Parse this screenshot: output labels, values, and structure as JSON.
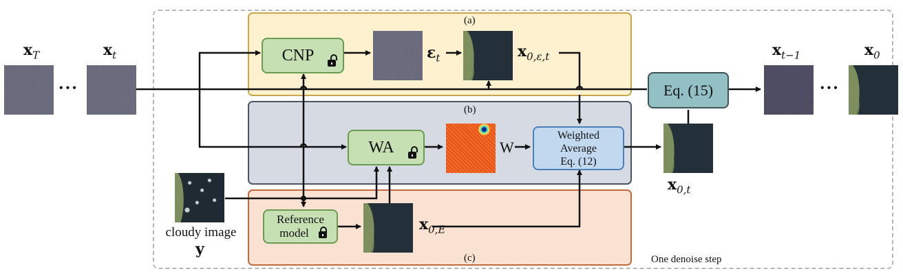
{
  "figure": {
    "frame_label": "One denoise step",
    "panels": {
      "a": "(a)",
      "b": "(b)",
      "c": "(c)"
    },
    "inputs": {
      "x_T": {
        "symbol": "x",
        "sub": "T"
      },
      "x_t": {
        "symbol": "x",
        "sub": "t"
      },
      "ellipsis": "• • •",
      "cloudy_caption": "cloudy image",
      "cloudy_symbol": "y"
    },
    "blocks": {
      "cnp": {
        "label": "CNP",
        "lock": "unlocked"
      },
      "wa": {
        "label": "WA",
        "lock": "unlocked"
      },
      "reference": {
        "line1": "Reference",
        "line2": "model",
        "lock": "locked"
      },
      "weighted_average": {
        "line1": "Weighted",
        "line2": "Average",
        "line3": "Eq. (12)"
      },
      "eq15": {
        "label": "Eq. (15)"
      }
    },
    "symbols": {
      "eps_t": {
        "symbol": "ε",
        "sub": "t"
      },
      "x0_eps_t": {
        "symbol": "x",
        "sub": "0,ε,t"
      },
      "w": "W",
      "x0_E": {
        "symbol": "x",
        "sub": "0,E"
      },
      "x0_t": {
        "symbol": "x",
        "sub": "0,t"
      }
    },
    "outputs": {
      "x_t_minus_1": {
        "symbol": "x",
        "sub": "t−1"
      },
      "x_0": {
        "symbol": "x",
        "sub": "0"
      },
      "ellipsis": "• • •"
    }
  }
}
